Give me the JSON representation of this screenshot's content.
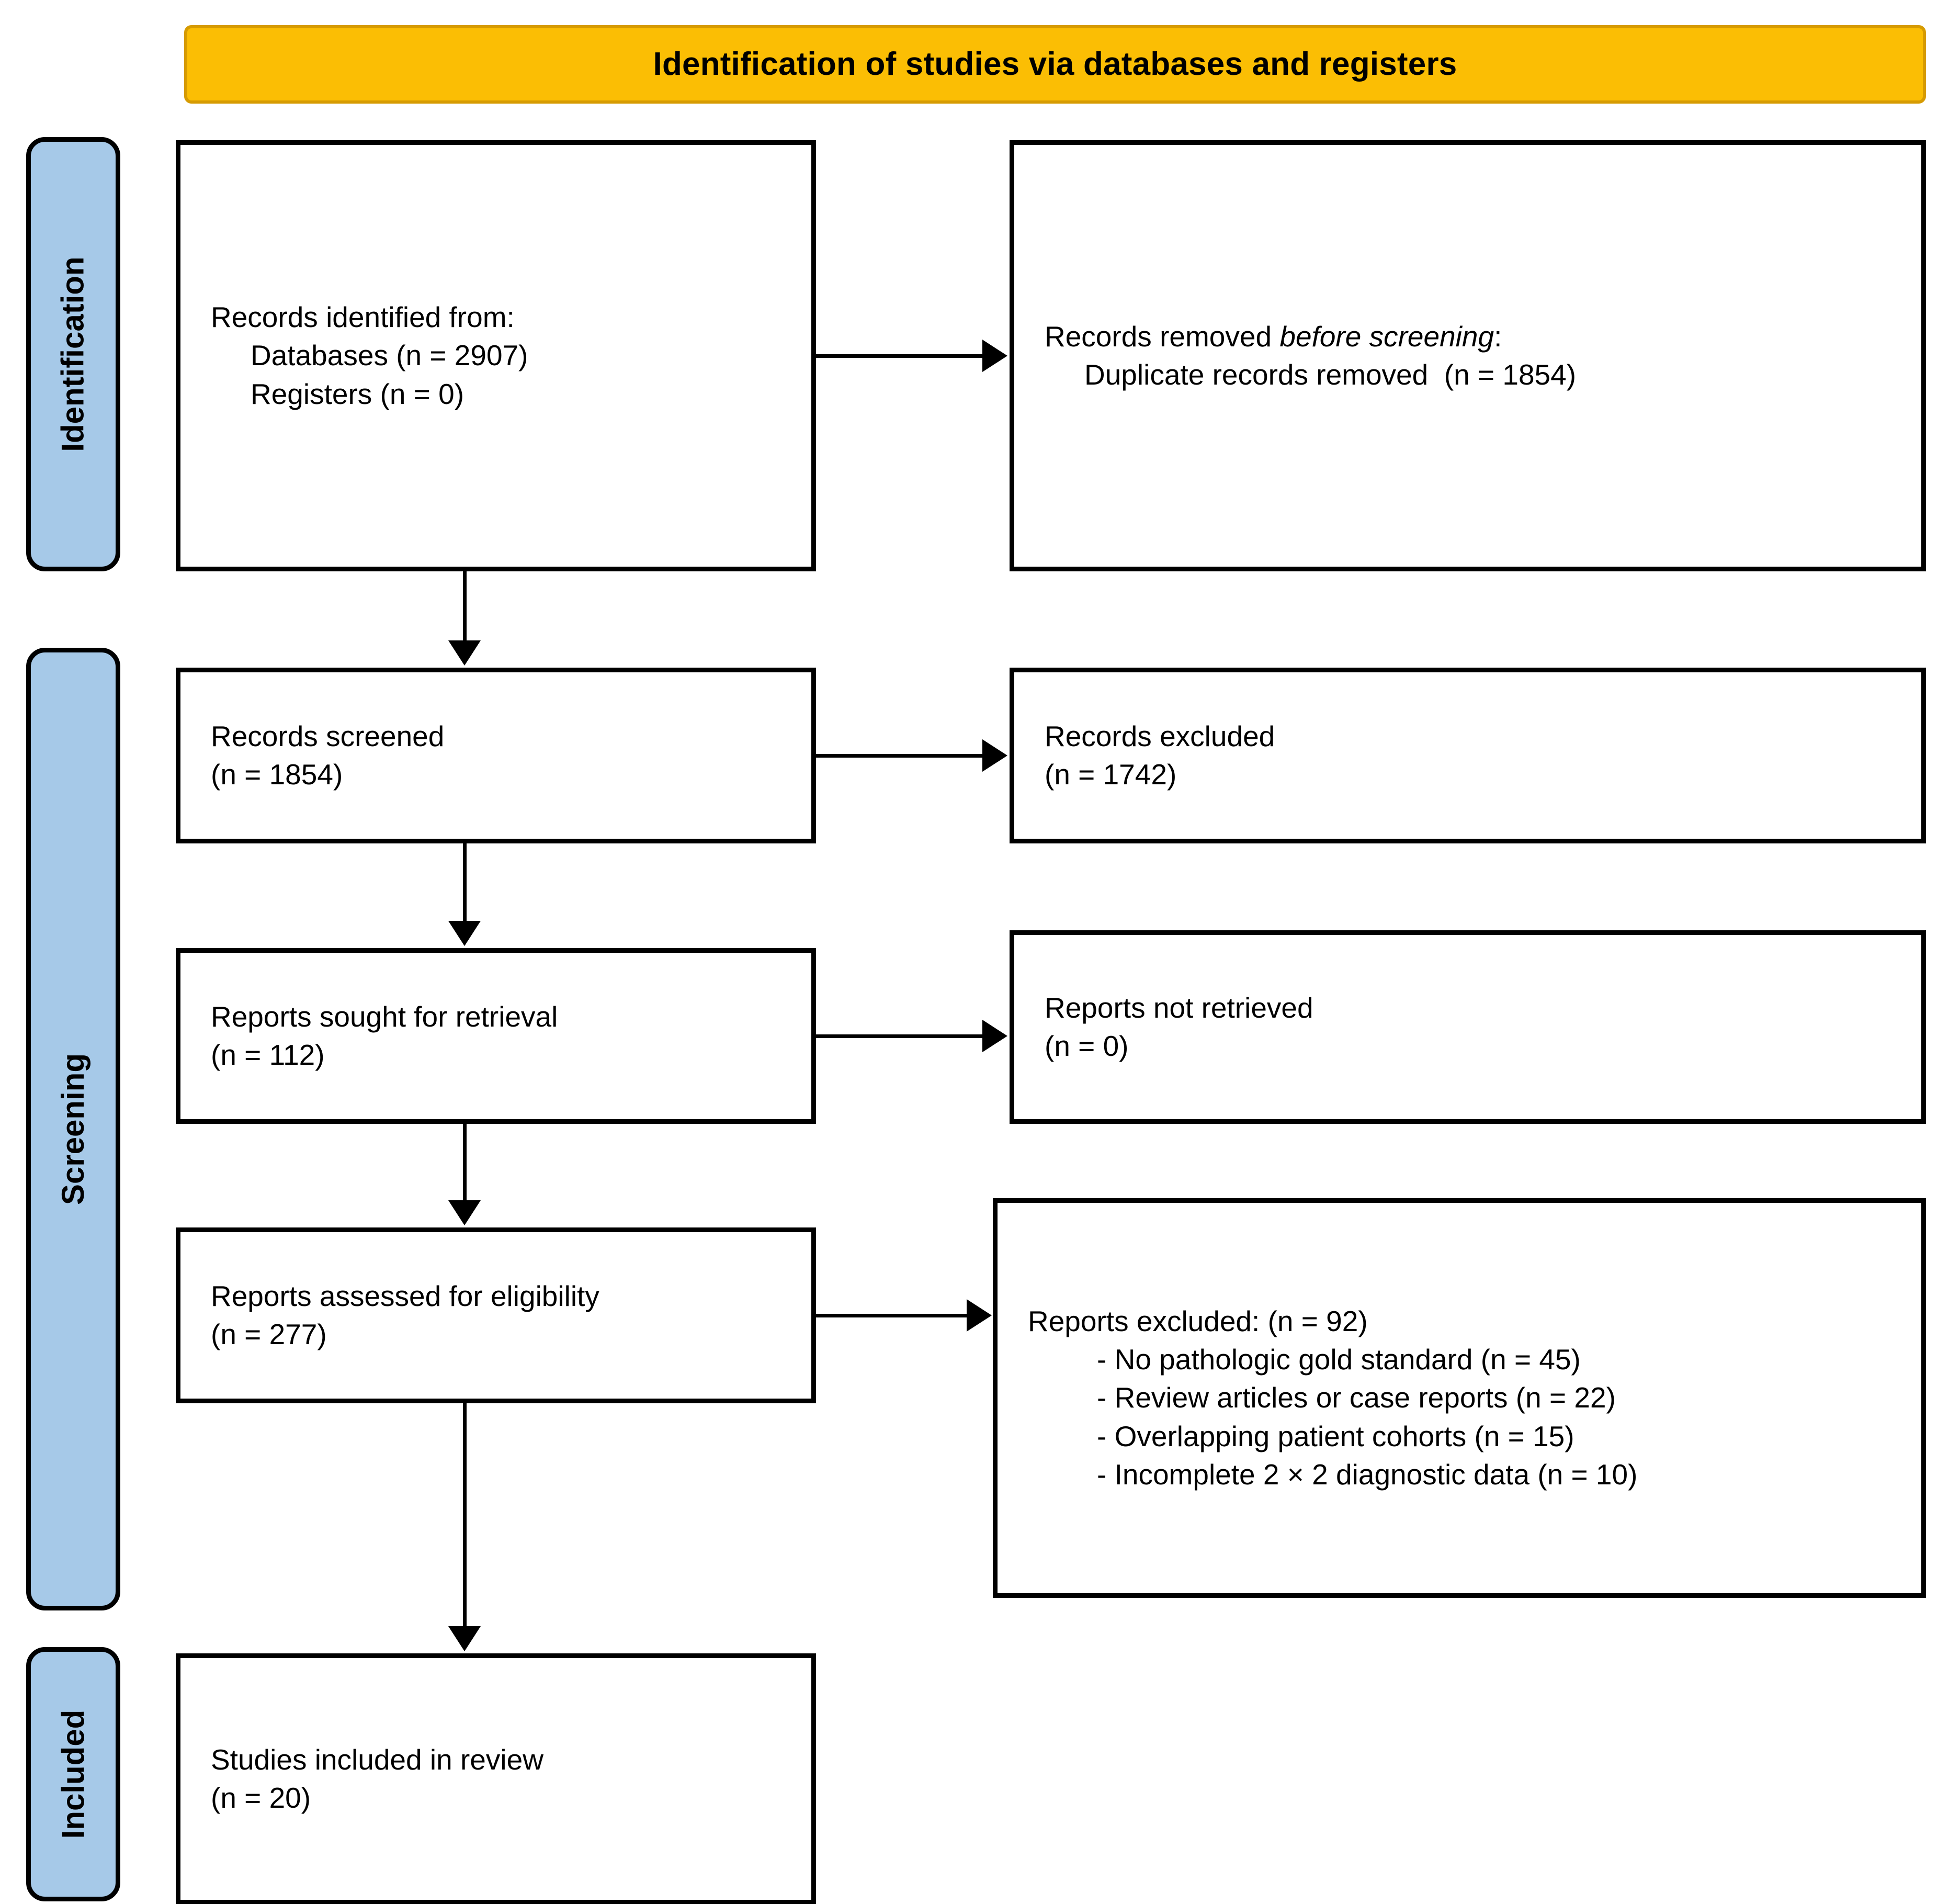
{
  "diagram": {
    "type": "prisma-flow-diagram",
    "header": {
      "title": "Identification of studies via databases and registers"
    },
    "stages": [
      {
        "id": "identification",
        "label": "Identification"
      },
      {
        "id": "screening",
        "label": "Screening"
      },
      {
        "id": "included",
        "label": "Included"
      }
    ],
    "boxes": {
      "records_identified": {
        "title": "Records identified from:",
        "items": [
          "Databases (n = 2907)",
          "Registers (n = 0)"
        ]
      },
      "records_removed": {
        "title_prefix": "Records removed ",
        "title_italic": "before screening",
        "title_suffix": ":",
        "items": [
          "Duplicate records removed  (n = 1854)"
        ]
      },
      "records_screened": {
        "title": "Records screened",
        "count": "(n = 1854)"
      },
      "records_excluded": {
        "title": "Records excluded",
        "count": "(n = 1742)"
      },
      "reports_sought": {
        "title": "Reports sought for retrieval",
        "count": "(n = 112)"
      },
      "reports_not_retrieved": {
        "title": "Reports not retrieved",
        "count": "(n = 0)"
      },
      "reports_assessed": {
        "title": "Reports assessed for eligibility",
        "count": "(n = 277)"
      },
      "reports_excluded": {
        "title": "Reports excluded: (n = 92)",
        "items": [
          "- No pathologic gold standard (n = 45)",
          "- Review articles or case reports (n = 22)",
          "- Overlapping patient cohorts (n = 15)",
          "- Incomplete 2 × 2 diagnostic data (n = 10)"
        ]
      },
      "studies_included": {
        "title": "Studies included in review",
        "count": "(n = 20)"
      }
    },
    "colors": {
      "header_fill": "#FBBE04",
      "header_border": "#D69B02",
      "stage_fill": "#A6C9E8",
      "box_border": "#000000",
      "box_fill": "#FFFFFF",
      "text": "#000000"
    }
  }
}
